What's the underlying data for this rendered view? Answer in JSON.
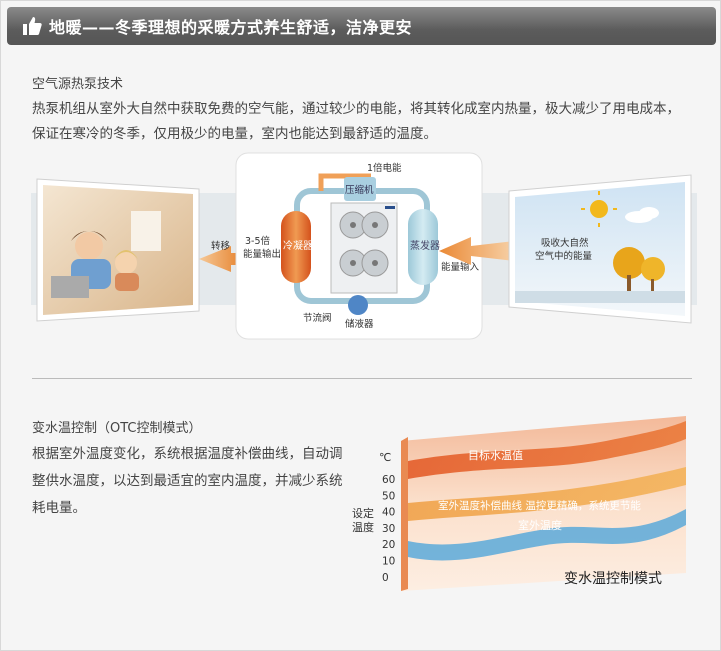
{
  "header": {
    "title": "地暖——冬季理想的采暖方式养生舒适，洁净更安"
  },
  "section1": {
    "title": "空气源热泵技术",
    "body": "热泵机组从室外大自然中获取免费的空气能，通过较少的电能，将其转化成室内热量，极大减少了用电成本，保证在寒冷的冬季，仅用极少的电量，室内也能达到最舒适的温度。"
  },
  "diagram": {
    "power": "1倍电能",
    "compressor": "压缩机",
    "condenser": "冷凝器",
    "evaporator": "蒸发器",
    "valve": "节流阀",
    "receiver": "储液器",
    "transfer": "转移",
    "output_line1": "3-5倍",
    "output_line2": "能量输出",
    "input": "能量输入",
    "absorb_line1": "吸收大自然",
    "absorb_line2": "空气中的能量"
  },
  "section2": {
    "title": "变水温控制（OTC控制模式）",
    "body": "根据室外温度变化，系统根据温度补偿曲线，自动调整供水温度，以达到最适宜的室内温度，并减少系统耗电量。"
  },
  "otc_chart": {
    "unit": "℃",
    "ylabel_line1": "设定",
    "ylabel_line2": "温度",
    "ticks": [
      "60",
      "50",
      "40",
      "30",
      "20",
      "10",
      "0"
    ],
    "band_target": "目标水温值",
    "band_curve": "室外温度补偿曲线 温控更精确，系统更节能",
    "band_outdoor": "室外温度",
    "caption": "变水温控制模式"
  },
  "colors": {
    "accent_orange": "#e8762c",
    "header_gray": "#6a6a6a",
    "pipe_blue": "#a9c9d9"
  }
}
